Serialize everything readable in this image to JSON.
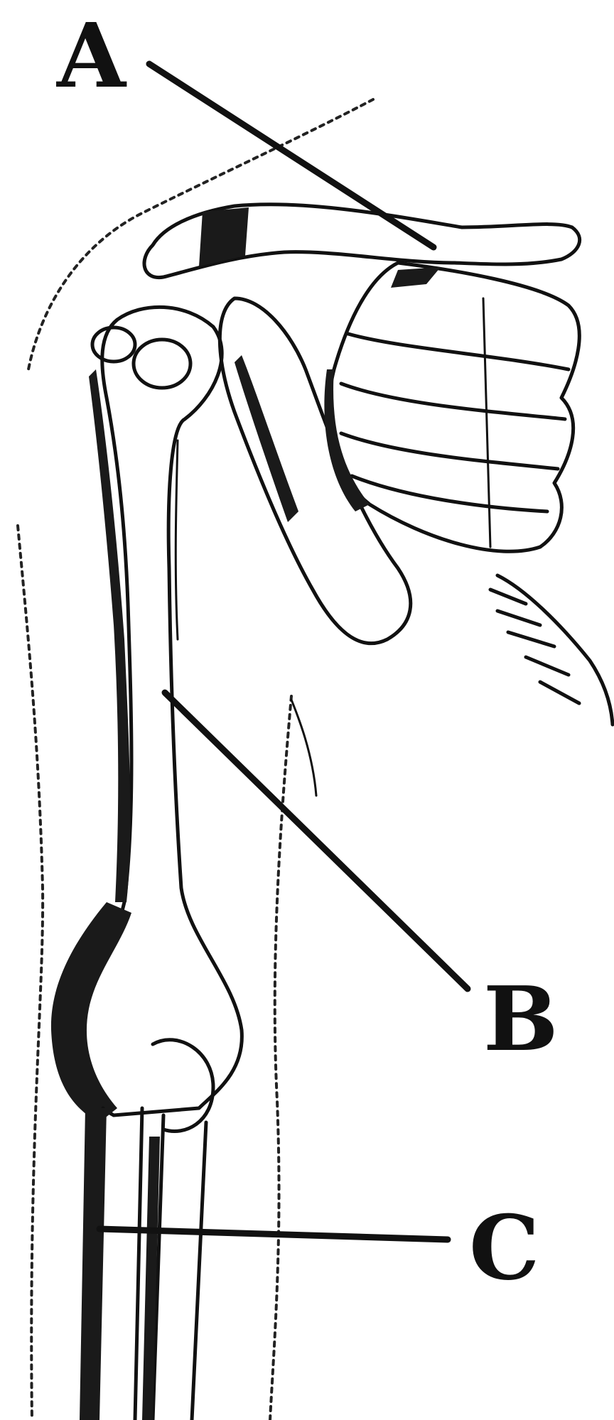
{
  "labels": [
    {
      "id": "A",
      "text": "A"
    },
    {
      "id": "B",
      "text": "B"
    },
    {
      "id": "C",
      "text": "C"
    }
  ],
  "colors": {
    "ink": "#111111",
    "background": "#ffffff"
  }
}
